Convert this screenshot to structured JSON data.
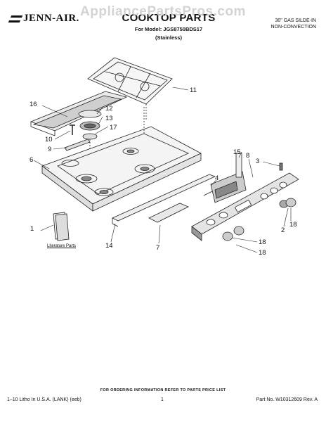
{
  "watermark": "AppliancePartsPros.com",
  "brand": "JENN-AIR.",
  "title": "COOKTOP PARTS",
  "model_line": "For Model: JGS8750BDS17",
  "model_sub": "(Stainless)",
  "corner_line1": "30\" GAS SILDE-IN",
  "corner_line2": "NON-CONVECTION",
  "literature_label": "Literature Parts",
  "callouts": [
    "1",
    "2",
    "3",
    "4",
    "6",
    "7",
    "8",
    "9",
    "10",
    "11",
    "12",
    "13",
    "14",
    "15",
    "16",
    "17",
    "18",
    "18",
    "18"
  ],
  "footer_order": "FOR ORDERING INFORMATION REFER TO PARTS PRICE LIST",
  "footer_left": "1–10 Litho In U.S.A. (LANK) (eeb)",
  "footer_page": "1",
  "footer_right": "Part No. W10312609 Rev. A"
}
